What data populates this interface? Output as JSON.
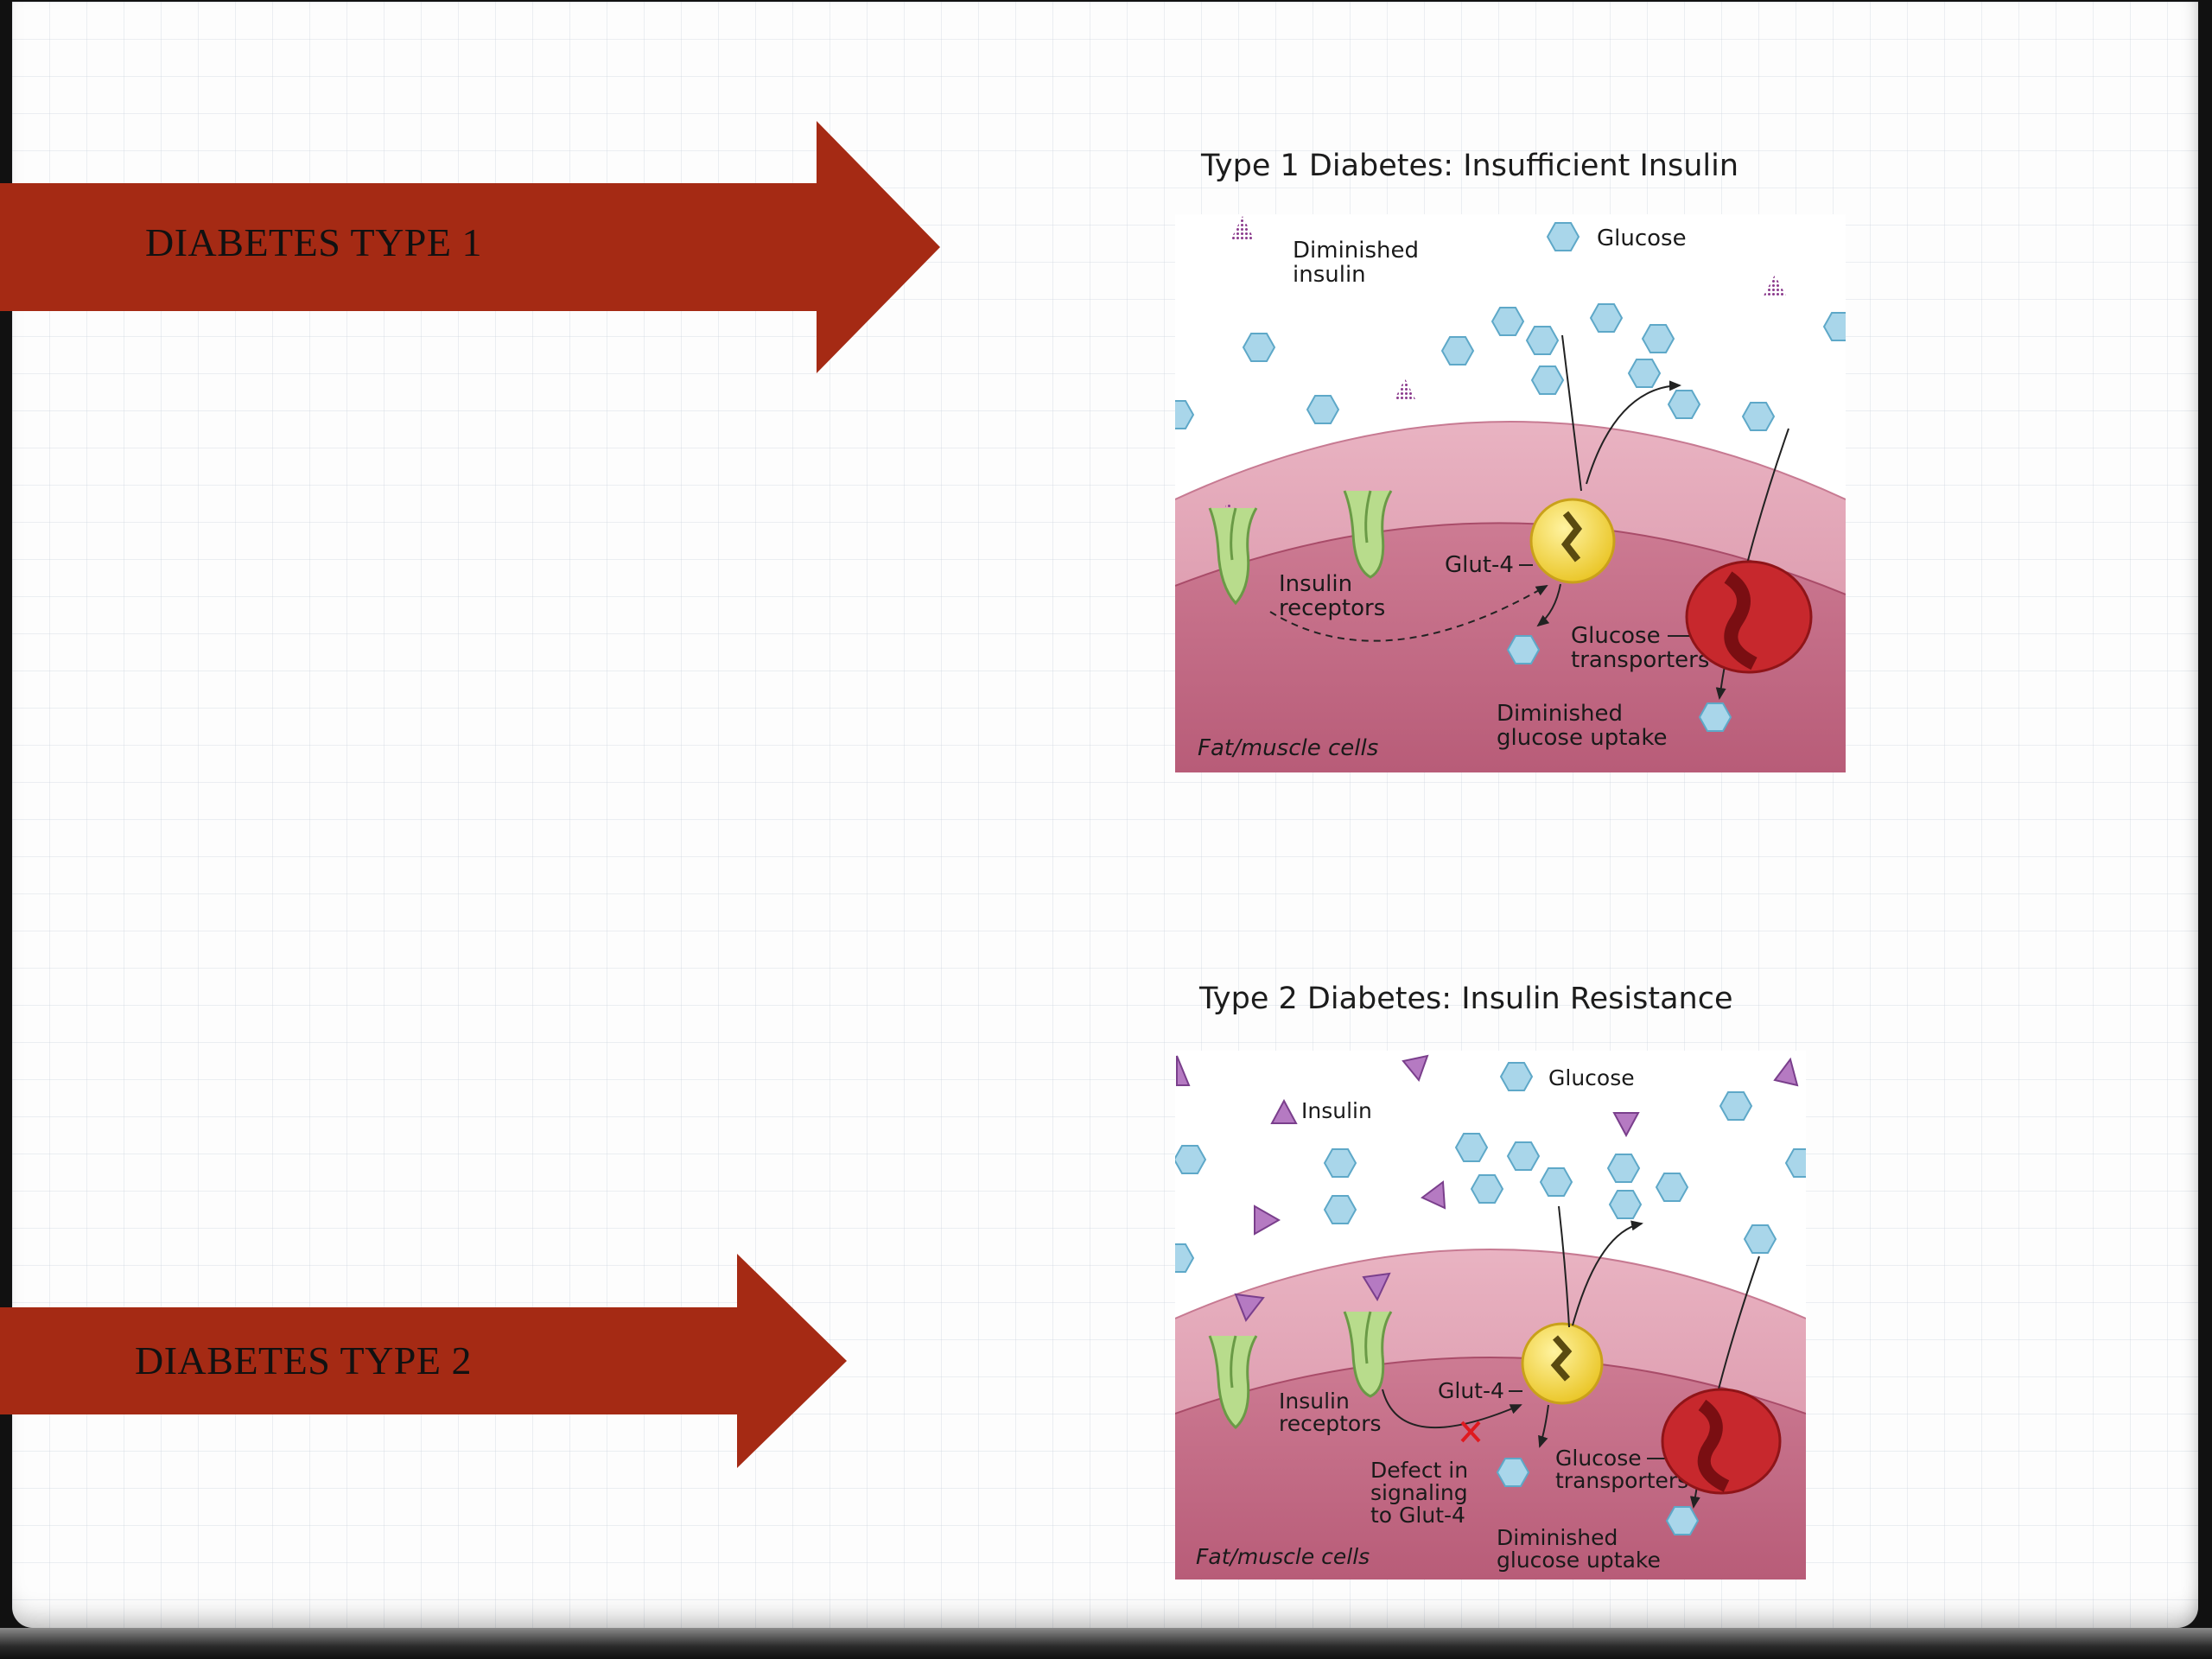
{
  "slide": {
    "arrow_1_label": "DIABETES TYPE 1",
    "arrow_2_label": "DIABETES TYPE 2",
    "arrow_color": "#a52a14"
  },
  "type1": {
    "title": "Type 1 Diabetes: Insufficient Insulin",
    "legend_insulin_line1": "Diminished",
    "legend_insulin_line2": "insulin",
    "legend_glucose": "Glucose",
    "glut4": "Glut-4",
    "receptors_line1": "Insulin",
    "receptors_line2": "receptors",
    "transporters_line1": "Glucose",
    "transporters_line2": "transporters",
    "uptake_line1": "Diminished",
    "uptake_line2": "glucose uptake",
    "cells": "Fat/muscle cells"
  },
  "type2": {
    "title": "Type 2 Diabetes: Insulin Resistance",
    "legend_insulin": "Insulin",
    "legend_glucose": "Glucose",
    "glut4": "Glut-4",
    "receptors_line1": "Insulin",
    "receptors_line2": "receptors",
    "defect_line1": "Defect in",
    "defect_line2": "signaling",
    "defect_line3": "to Glut-4",
    "transporters_line1": "Glucose",
    "transporters_line2": "transporters",
    "uptake_line1": "Diminished",
    "uptake_line2": "glucose uptake",
    "cells": "Fat/muscle cells"
  }
}
